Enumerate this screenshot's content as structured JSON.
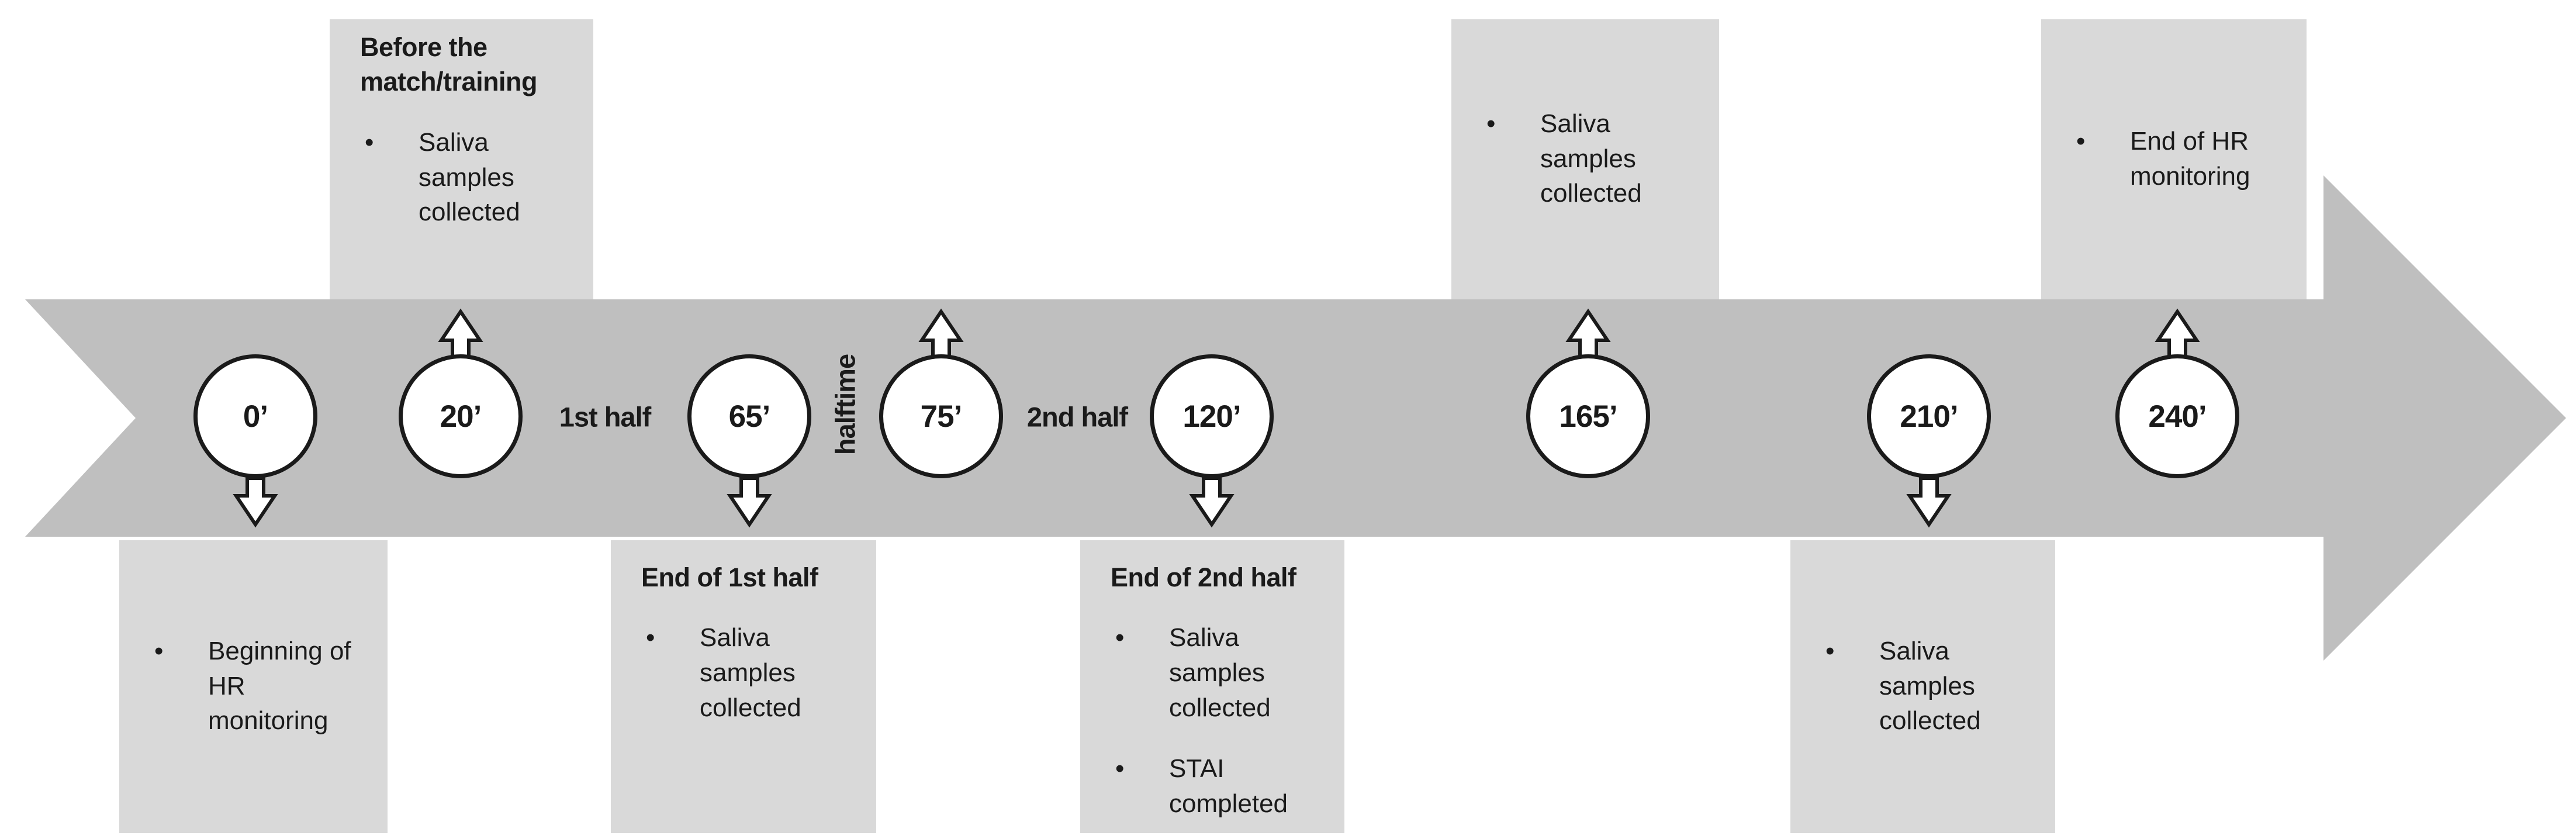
{
  "theme": {
    "band_gray": "#bfbfbf",
    "box_gray": "#d9d9d9",
    "line_black": "#1a1a1a"
  },
  "glyphs": {
    "bullet": "•"
  },
  "segments": {
    "first_half": "1st half",
    "halftime": "halftime",
    "second_half": "2nd half"
  },
  "nodes": [
    {
      "label": "0’",
      "arrow": "down"
    },
    {
      "label": "20’",
      "arrow": "up"
    },
    {
      "label": "65’",
      "arrow": "down"
    },
    {
      "label": "75’",
      "arrow": "up"
    },
    {
      "label": "120’",
      "arrow": "down"
    },
    {
      "label": "165’",
      "arrow": "up"
    },
    {
      "label": "210’",
      "arrow": "down"
    },
    {
      "label": "240’",
      "arrow": "up"
    }
  ],
  "boxes": {
    "before_match": {
      "heading": "Before the\nmatch/training",
      "bullets": [
        "Saliva\nsamples\ncollected"
      ]
    },
    "beginning_hr": {
      "bullets": [
        "Beginning of\nHR monitoring"
      ]
    },
    "end_first_half": {
      "heading": "End of 1st half",
      "bullets": [
        "Saliva\nsamples\ncollected"
      ]
    },
    "end_second_half": {
      "heading": "End of 2nd half",
      "bullets": [
        "Saliva\nsamples\ncollected",
        "STAI\ncompleted"
      ]
    },
    "saliva_165": {
      "bullets": [
        "Saliva\nsamples\ncollected"
      ]
    },
    "saliva_210": {
      "bullets": [
        "Saliva\nsamples\ncollected"
      ]
    },
    "end_hr": {
      "bullets": [
        "End of HR\nmonitoring"
      ]
    }
  }
}
